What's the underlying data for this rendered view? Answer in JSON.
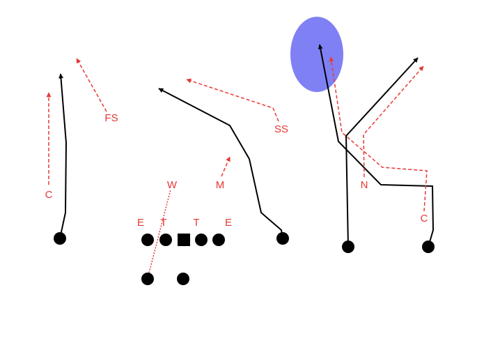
{
  "colors": {
    "offense": "#000000",
    "defense": "#e53935",
    "target_zone": "#8080f5"
  },
  "defense_labels": {
    "corner_left": "C",
    "free_safety": "FS",
    "strong_safety": "SS",
    "will_linebacker": "W",
    "mike_linebacker": "M",
    "nickel": "N",
    "corner_right": "C",
    "end_left": "E",
    "tackle_left": "T",
    "tackle_right": "T",
    "end_right": "E"
  }
}
